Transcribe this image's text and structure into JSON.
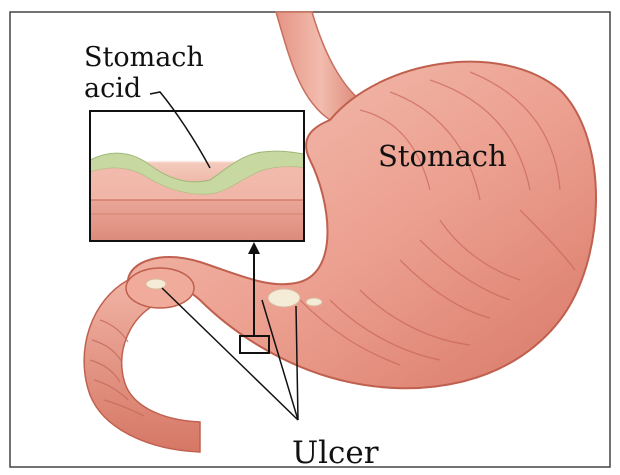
{
  "labels": {
    "stomach_acid_line1": "Stomach",
    "stomach_acid_line2": "acid",
    "stomach": "Stomach",
    "ulcer": "Ulcer"
  },
  "colors": {
    "stomach_outer": "#e79a8c",
    "stomach_inner": "#f1b8aa",
    "stomach_shadow": "#c9665a",
    "lining": "#f6cfc2",
    "acid": "#c7d9a0",
    "ulcer_spot": "#f4ecd6",
    "frame": "#111111",
    "pointer": "#111111"
  }
}
